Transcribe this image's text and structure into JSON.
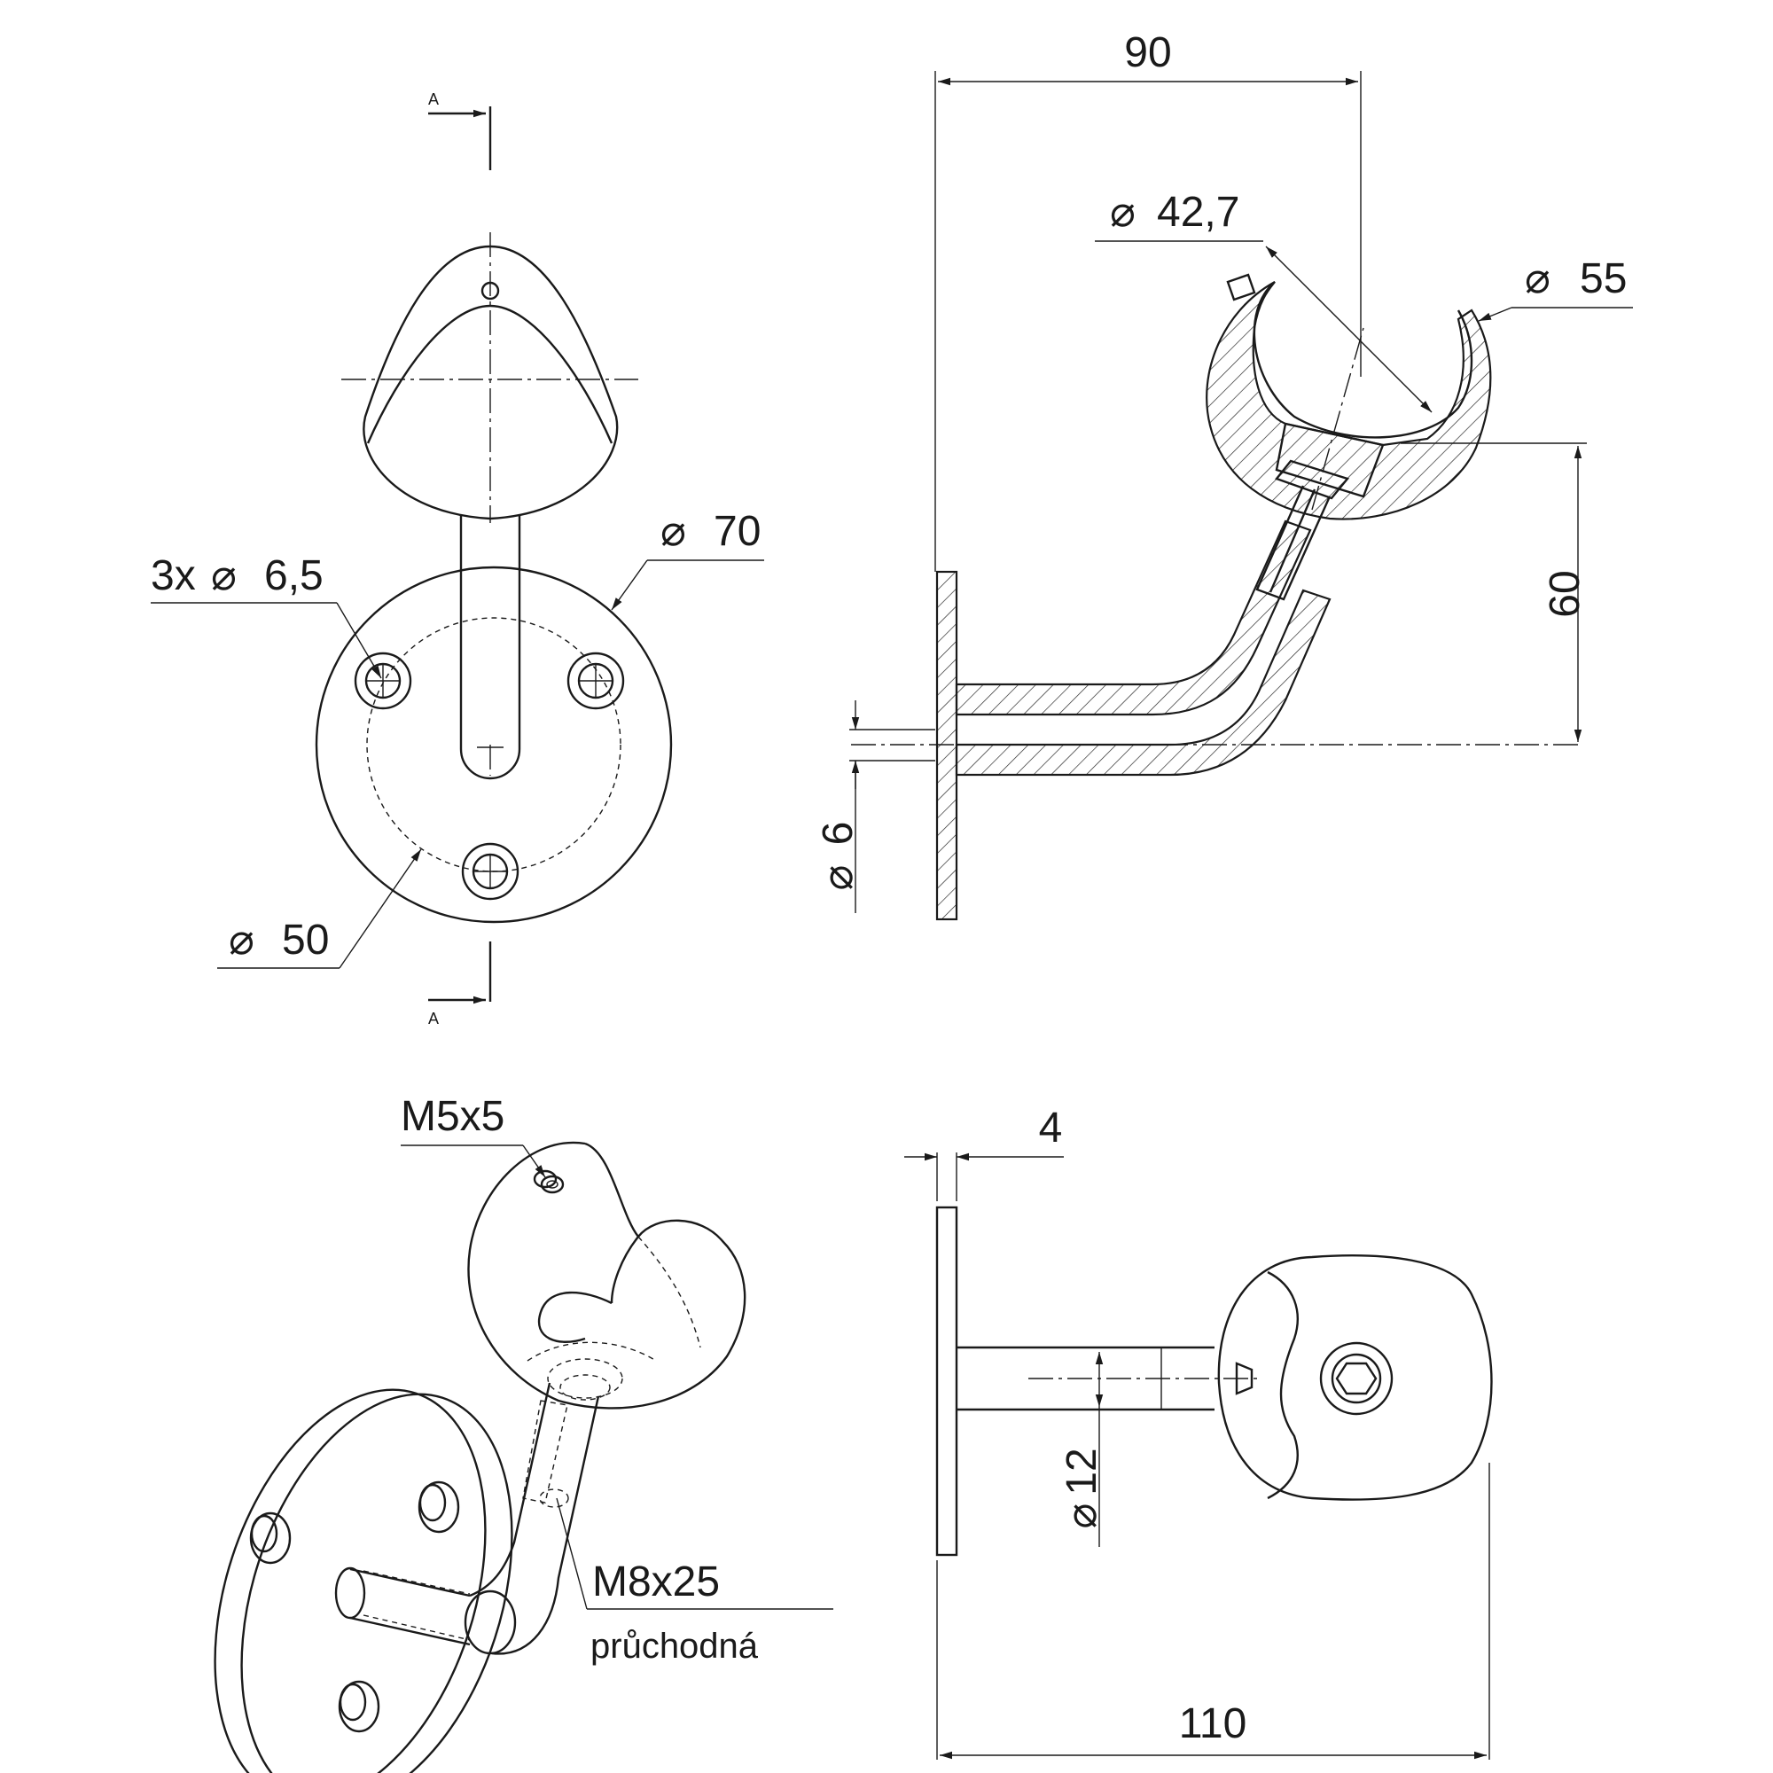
{
  "section_marker": {
    "top": "A",
    "bottom": "A"
  },
  "front_view": {
    "holes_label": "3x",
    "holes_diameter": "6,5",
    "flange_diameter": "70",
    "bolt_circle_diameter": "50"
  },
  "side_section": {
    "width": "90",
    "saddle_inner_diameter": "42,7",
    "saddle_outer_diameter": "55",
    "height": "60",
    "rod_diameter": "6"
  },
  "iso_view": {
    "set_screw": "M5x5",
    "thread": "M8x25",
    "thread_note": "průchodná"
  },
  "top_view": {
    "plate_thickness": "4",
    "rod_diameter": "12",
    "total_length": "110"
  },
  "symbols": {
    "diameter": "⌀"
  }
}
